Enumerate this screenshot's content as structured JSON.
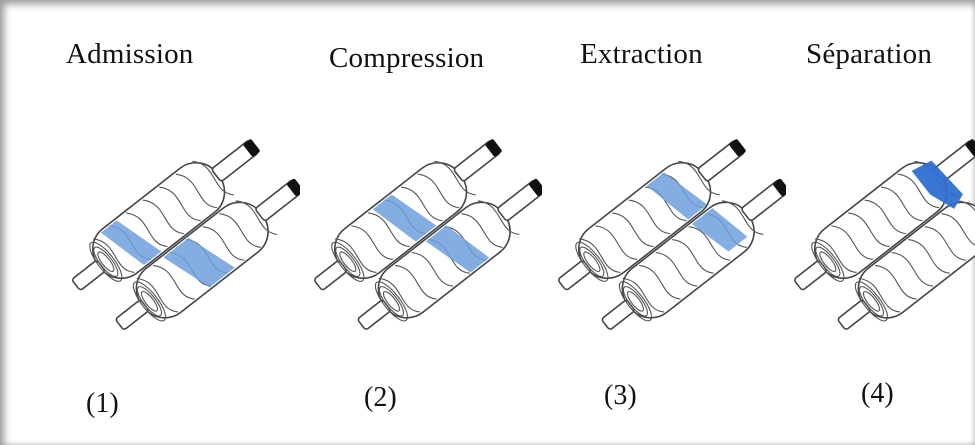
{
  "stages": [
    {
      "title": "Admission",
      "number": "(1)",
      "highlight": "inlet"
    },
    {
      "title": "Compression",
      "number": "(2)",
      "highlight": "compression"
    },
    {
      "title": "Extraction",
      "number": "(3)",
      "highlight": "extraction"
    },
    {
      "title": "Séparation",
      "number": "(4)",
      "highlight": "separation"
    }
  ],
  "colors": {
    "highlight": "#6f9fdd",
    "highlight_dark": "#2f6fd0",
    "outline": "#444444",
    "text": "#111111"
  }
}
